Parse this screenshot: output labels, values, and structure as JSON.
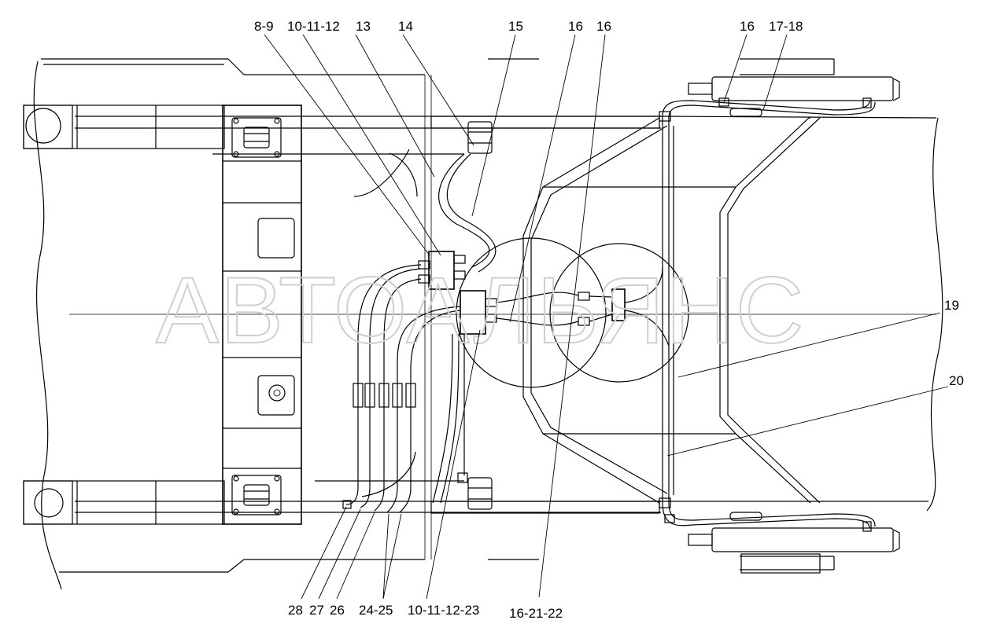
{
  "watermark": "АВТОАЛЬЯНС",
  "callouts": {
    "c8_9": "8-9",
    "c10_11_12": "10-11-12",
    "c13": "13",
    "c14": "14",
    "c15": "15",
    "c16a": "16",
    "c16b": "16",
    "c16c": "16",
    "c17_18": "17-18",
    "c19": "19",
    "c20": "20",
    "c28": "28",
    "c27": "27",
    "c26": "26",
    "c24_25": "24-25",
    "c10_11_12_23": "10-11-12-23",
    "c16_21_22": "16-21-22"
  }
}
